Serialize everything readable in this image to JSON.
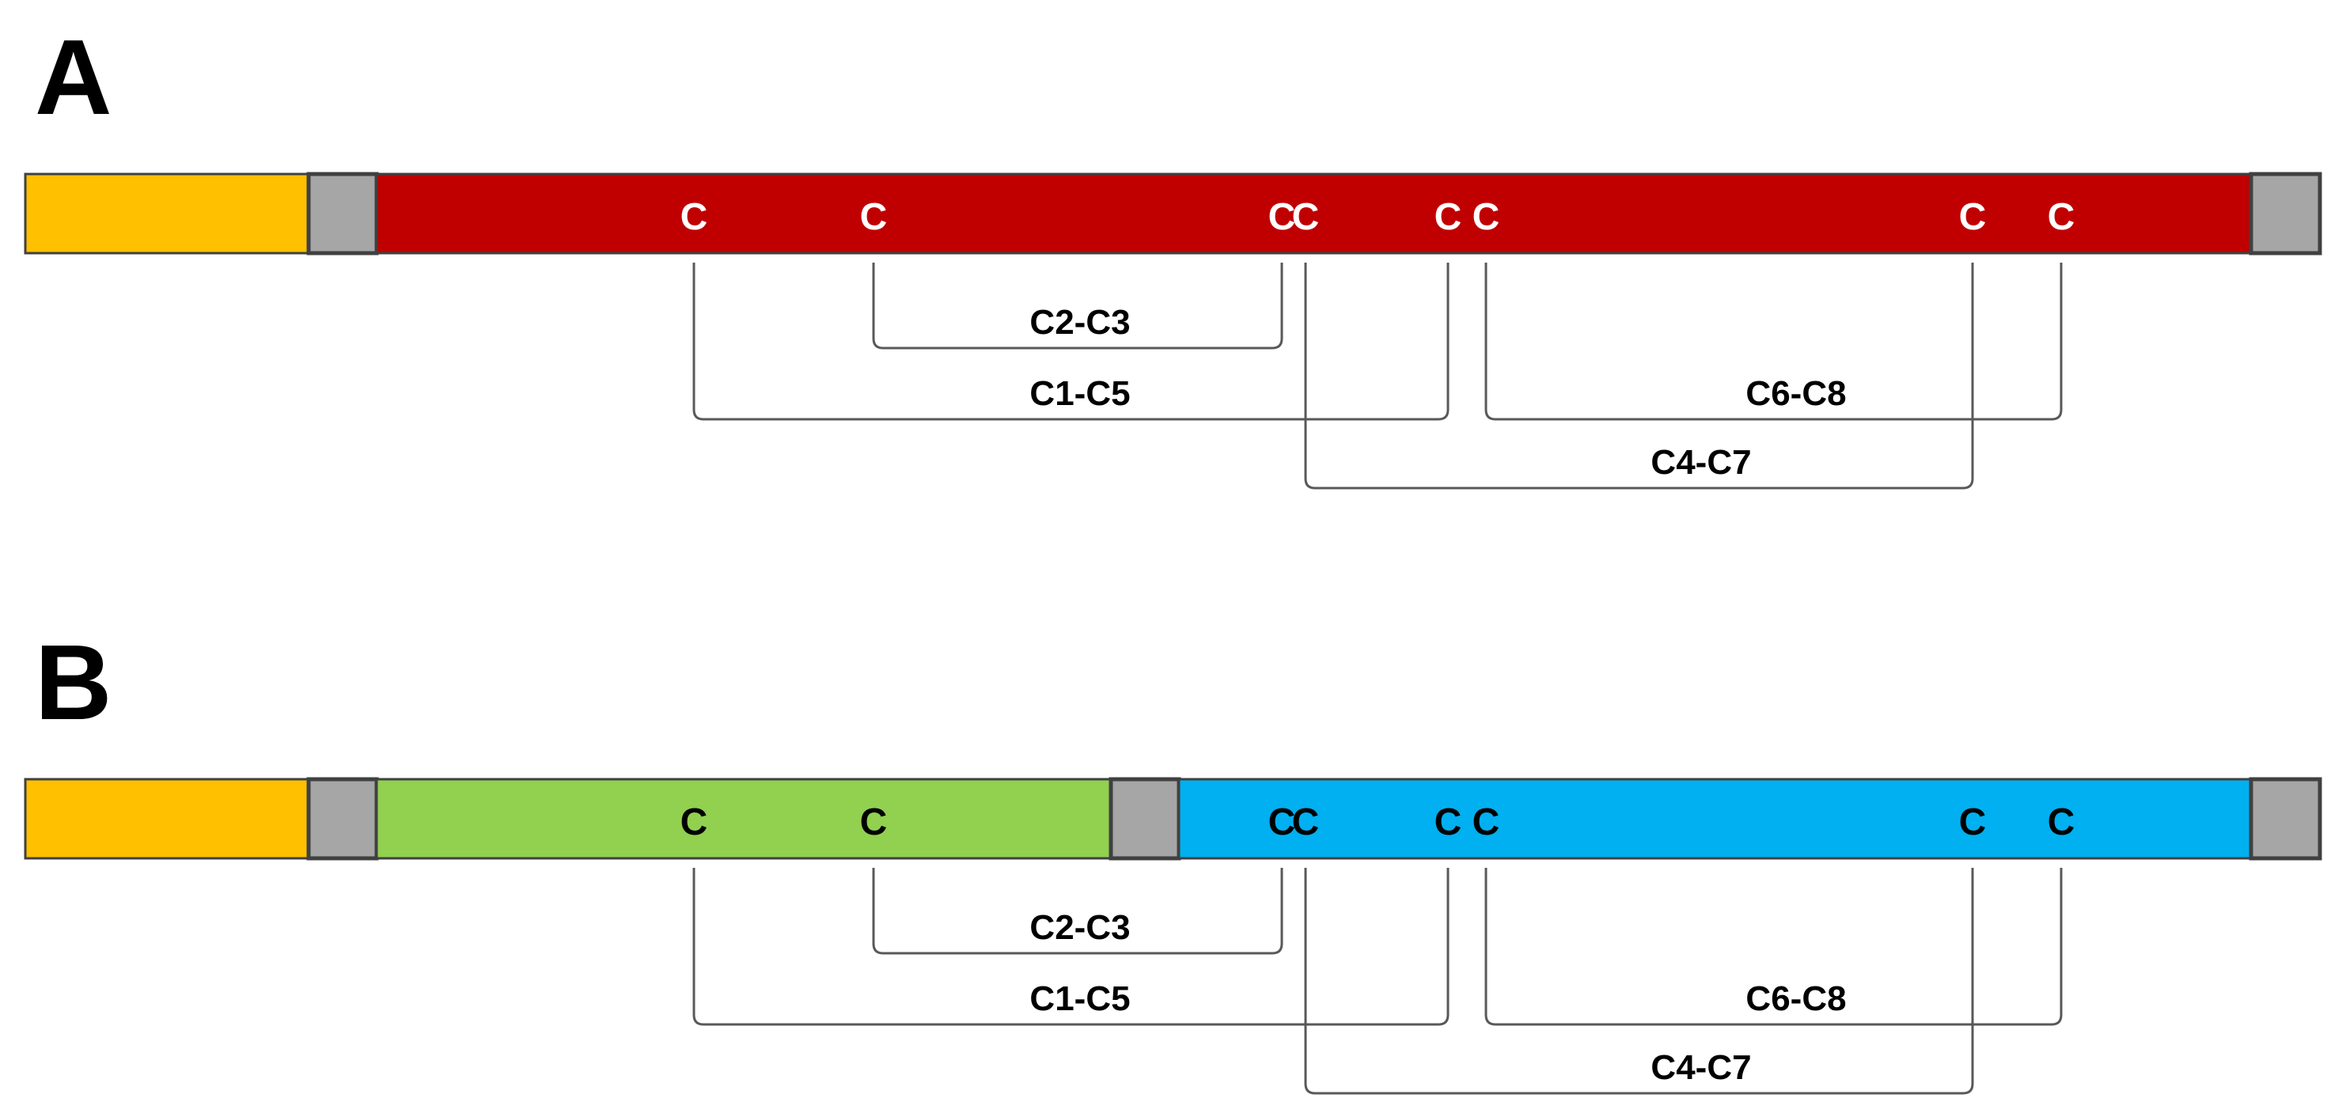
{
  "panels": [
    {
      "letter": "A",
      "segments": [
        {
          "role": "signal-peptide",
          "color": "#FFC000"
        },
        {
          "role": "linker",
          "color": "#A6A6A6"
        },
        {
          "role": "domain",
          "color": "#C00000"
        },
        {
          "role": "linker",
          "color": "#A6A6A6"
        }
      ],
      "cys_color": "#FFFFFF",
      "cysteines": [
        "C",
        "C",
        "C",
        "C",
        "C",
        "C",
        "C",
        "C"
      ],
      "bonds": [
        {
          "label": "C2-C3",
          "from": 2,
          "to": 3
        },
        {
          "label": "C1-C5",
          "from": 1,
          "to": 5
        },
        {
          "label": "C6-C8",
          "from": 6,
          "to": 8
        },
        {
          "label": "C4-C7",
          "from": 4,
          "to": 7
        }
      ]
    },
    {
      "letter": "B",
      "segments": [
        {
          "role": "signal-peptide",
          "color": "#FFC000"
        },
        {
          "role": "linker",
          "color": "#A6A6A6"
        },
        {
          "role": "domain",
          "color": "#92D050"
        },
        {
          "role": "linker",
          "color": "#A6A6A6"
        },
        {
          "role": "domain",
          "color": "#00B0F0"
        },
        {
          "role": "linker",
          "color": "#A6A6A6"
        }
      ],
      "cys_color": "#000000",
      "cysteines": [
        "C",
        "C",
        "C",
        "C",
        "C",
        "C",
        "C",
        "C"
      ],
      "bonds": [
        {
          "label": "C2-C3",
          "from": 2,
          "to": 3
        },
        {
          "label": "C1-C5",
          "from": 1,
          "to": 5
        },
        {
          "label": "C6-C8",
          "from": 6,
          "to": 8
        },
        {
          "label": "C4-C7",
          "from": 4,
          "to": 7
        }
      ]
    }
  ],
  "colors": {
    "outline": "#404040",
    "bond_line": "#595959",
    "text": "#000000"
  }
}
